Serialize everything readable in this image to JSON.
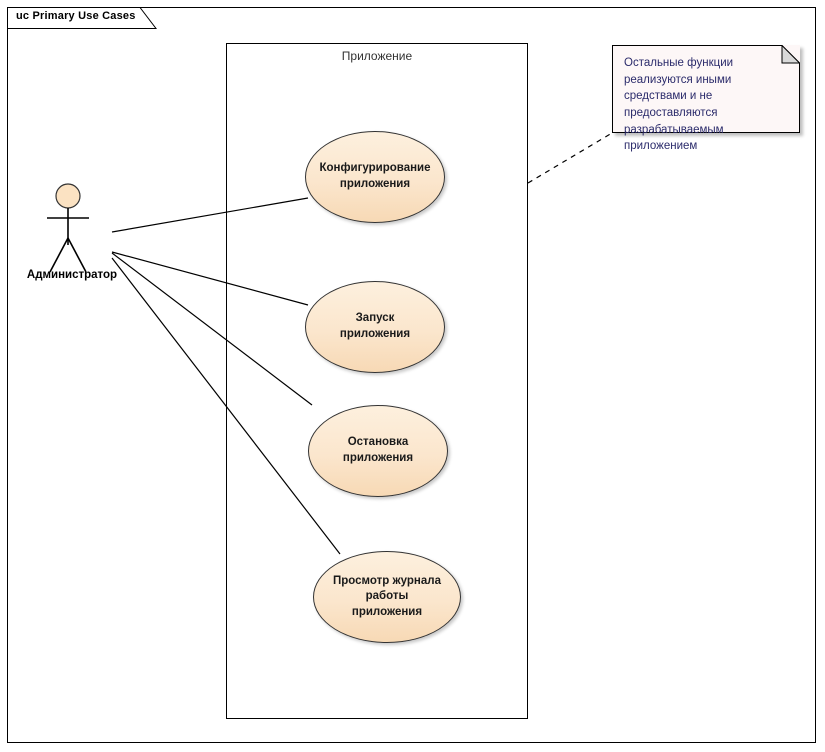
{
  "diagram": {
    "frame_title": "uc Primary Use Cases",
    "system_boundary_label": "Приложение",
    "actor": {
      "name": "Администратор",
      "icon": "stick-figure-actor-icon"
    },
    "use_cases": [
      {
        "id": "configure",
        "label": "Конфигурирование приложения",
        "label_lines": [
          "Конфигурирование",
          "приложения"
        ]
      },
      {
        "id": "start",
        "label": "Запуск приложения",
        "label_lines": [
          "Запуск приложения"
        ]
      },
      {
        "id": "stop",
        "label": "Остановка приложения",
        "label_lines": [
          "Остановка",
          "приложения"
        ]
      },
      {
        "id": "view-log",
        "label": "Просмотр журнала работы приложения",
        "label_lines": [
          "Просмотр журнала",
          "работы приложения"
        ]
      }
    ],
    "note": {
      "text": "Остальные функции реализуются иными средствами и не предоставляются разрабатываемым приложением",
      "fold_icon": "folded-corner-icon"
    },
    "colors": {
      "use_case_fill_top": "#fdf0de",
      "use_case_fill_bottom": "#f7d9b5",
      "use_case_stroke": "#333333",
      "actor_head_fill": "#fbe2c2",
      "note_fill": "#fdf7f7",
      "note_text": "#2b2b6b",
      "line": "#000000",
      "boundary_label": "#333333"
    }
  }
}
